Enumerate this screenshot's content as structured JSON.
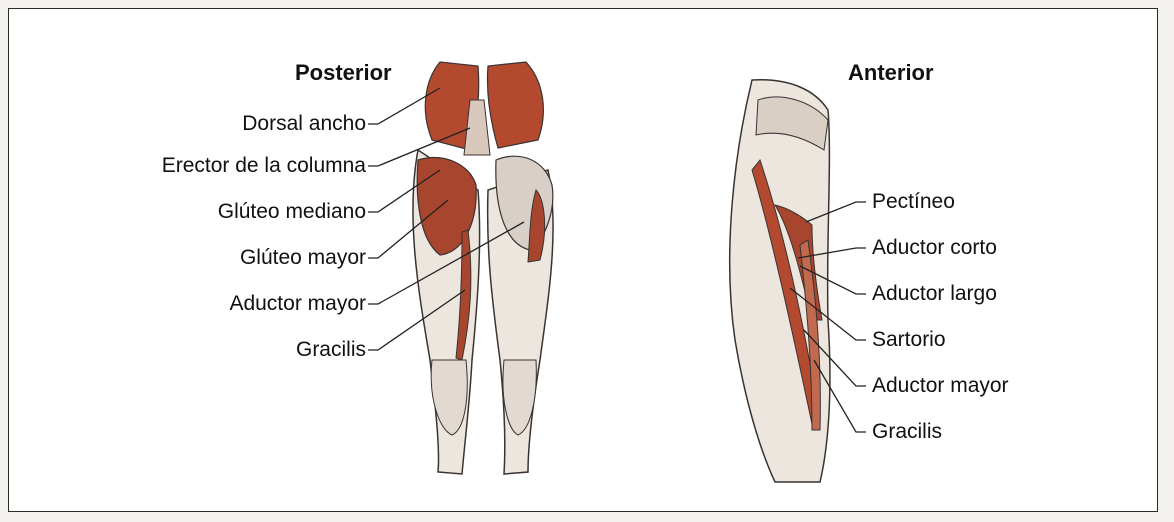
{
  "posterior": {
    "heading": "Posterior",
    "labels": [
      "Dorsal ancho",
      "Erector de la columna",
      "Glúteo mediano",
      "Glúteo mayor",
      "Aductor mayor",
      "Gracilis"
    ]
  },
  "anterior": {
    "heading": "Anterior",
    "labels": [
      "Pectíneo",
      "Aductor corto",
      "Aductor largo",
      "Sartorio",
      "Aductor mayor",
      "Gracilis"
    ]
  },
  "colors": {
    "muscle": "#a8452e",
    "muscle_light": "#c9745c",
    "skin": "#ece6df",
    "outline": "#3a3330",
    "leader": "#222222"
  }
}
